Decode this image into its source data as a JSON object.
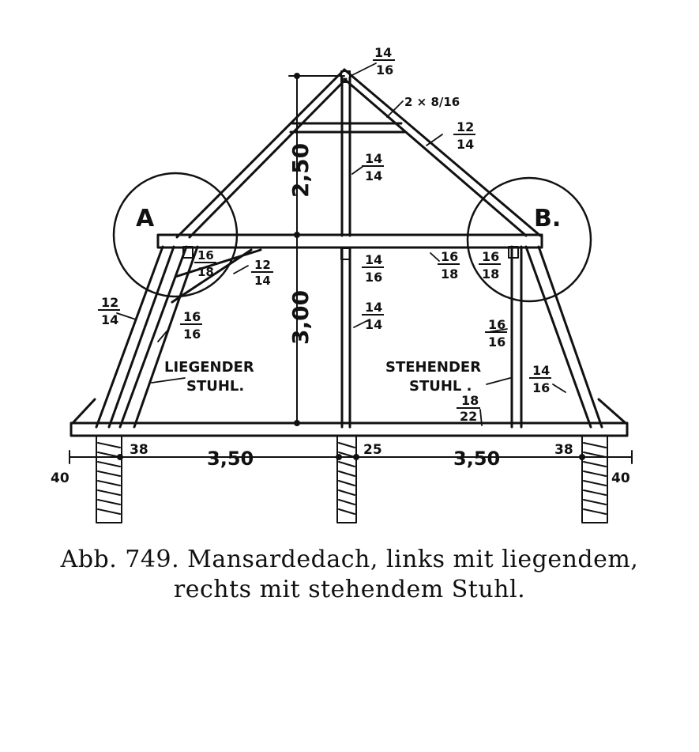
{
  "circle_labels": {
    "left": "A",
    "right": "B."
  },
  "stuhl_labels": {
    "left_line1": "LIEGENDER",
    "left_line2": "STUHL.",
    "right_line1": "STEHENDER",
    "right_line2": "STUHL ."
  },
  "dimensions": {
    "height_upper": "2,50",
    "height_lower": "3,00",
    "span_left": "3,50",
    "span_right": "3,50",
    "wall_left": "38",
    "wall_center": "25",
    "wall_right": "38",
    "eave_left": "40",
    "eave_right": "40"
  },
  "sections": {
    "ridge_top": "14",
    "ridge_bottom": "16",
    "collar": "2 × 8/16",
    "upper_rafter_top": "12",
    "upper_rafter_bottom": "14",
    "king_post_top": "14",
    "king_post_bottom": "14",
    "a_purlin_top": "16",
    "a_purlin_bottom": "18",
    "a_strut_top": "12",
    "a_strut_bottom": "14",
    "left_rafter_top": "12",
    "left_rafter_bottom": "14",
    "left_post_top": "16",
    "left_post_bottom": "16",
    "mid_purlin_top": "14",
    "mid_purlin_bottom": "16",
    "beam_top": "16",
    "beam_bottom": "18",
    "b_purlin_top": "16",
    "b_purlin_bottom": "18",
    "mid_post_top": "14",
    "mid_post_bottom": "14",
    "right_post_top": "16",
    "right_post_bottom": "16",
    "right_rafter_top": "14",
    "right_rafter_bottom": "16",
    "tie_beam_top": "18",
    "tie_beam_bottom": "22"
  },
  "caption": {
    "line1": "Abb. 749.  Mansardedach, links mit liegendem,",
    "line2": "rechts mit stehendem Stuhl."
  }
}
